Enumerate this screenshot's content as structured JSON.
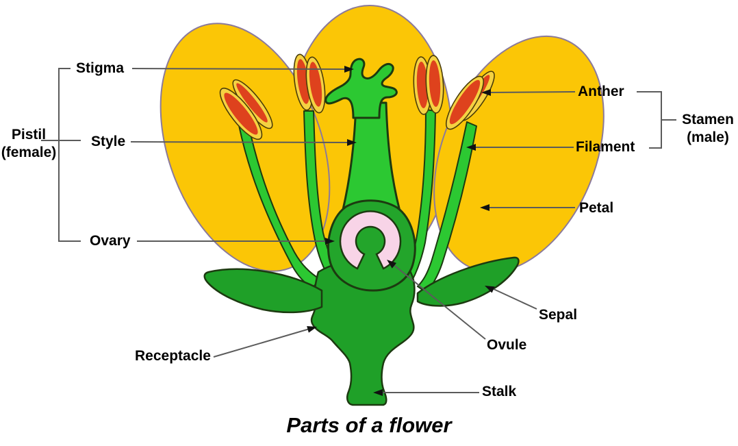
{
  "diagram": {
    "title": "Parts of a flower",
    "labels": {
      "stigma": "Stigma",
      "style": "Style",
      "ovary": "Ovary",
      "pistil_line1": "Pistil",
      "pistil_line2": "(female)",
      "receptacle": "Receptacle",
      "anther": "Anther",
      "filament": "Filament",
      "stamen_line1": "Stamen",
      "stamen_line2": "(male)",
      "petal": "Petal",
      "sepal": "Sepal",
      "ovule": "Ovule",
      "stalk": "Stalk"
    },
    "colors": {
      "petal_yellow": "#FBC606",
      "petal_outline": "#8B7A9B",
      "bright_green": "#2CC832",
      "mid_green": "#1FA028",
      "ovary_green": "#23A52B",
      "anther_red": "#DE421D",
      "anther_yellow": "#F5D242",
      "anther_outline": "#4A3C08",
      "ovule_pink": "#F8D4E7",
      "outline_dark": "#1C3A10",
      "line_gray": "#5B5B5B",
      "arrow_black": "#111111",
      "text": "#000000",
      "background": "#FFFFFF"
    }
  }
}
